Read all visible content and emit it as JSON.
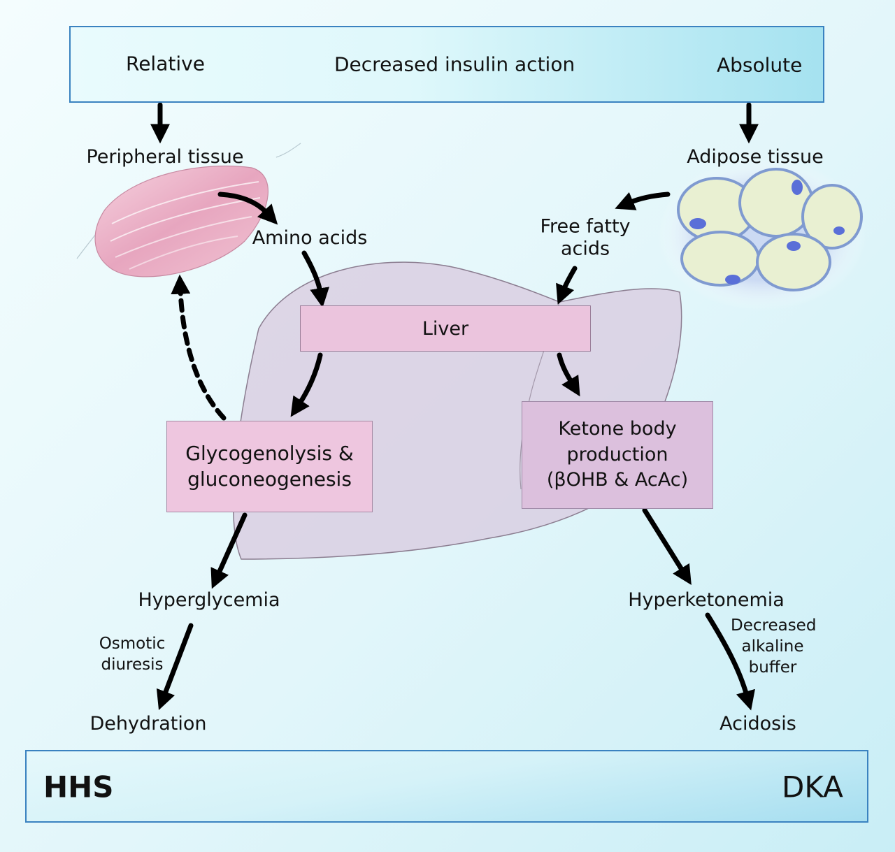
{
  "top_bar": {
    "left_label": "Relative",
    "center_label": "Decreased insulin action",
    "right_label": "Absolute"
  },
  "labels": {
    "peripheral_tissue": "Peripheral tissue",
    "adipose_tissue": "Adipose tissue",
    "amino_acids": "Amino acids",
    "free_fatty_acids": "Free fatty acids",
    "hyperglycemia": "Hyperglycemia",
    "osmotic_diuresis": "Osmotic diuresis",
    "dehydration": "Dehydration",
    "hyperketonemia": "Hyperketonemia",
    "decreased_alkaline_buffer": "Decreased alkaline buffer",
    "acidosis": "Acidosis"
  },
  "boxes": {
    "liver": "Liver",
    "glyco": "Glycogenolysis & gluconeogenesis",
    "ketone": "Ketone body production (βOHB & AcAc)"
  },
  "bottom_bar": {
    "left_label": "HHS",
    "right_label": "DKA"
  },
  "colors": {
    "bar_border": "#3a82c0",
    "liver_box": "#ebc4dd",
    "glyco_box": "#eec6df",
    "ketone_box": "#dcc0dd",
    "arrow": "#000000"
  }
}
